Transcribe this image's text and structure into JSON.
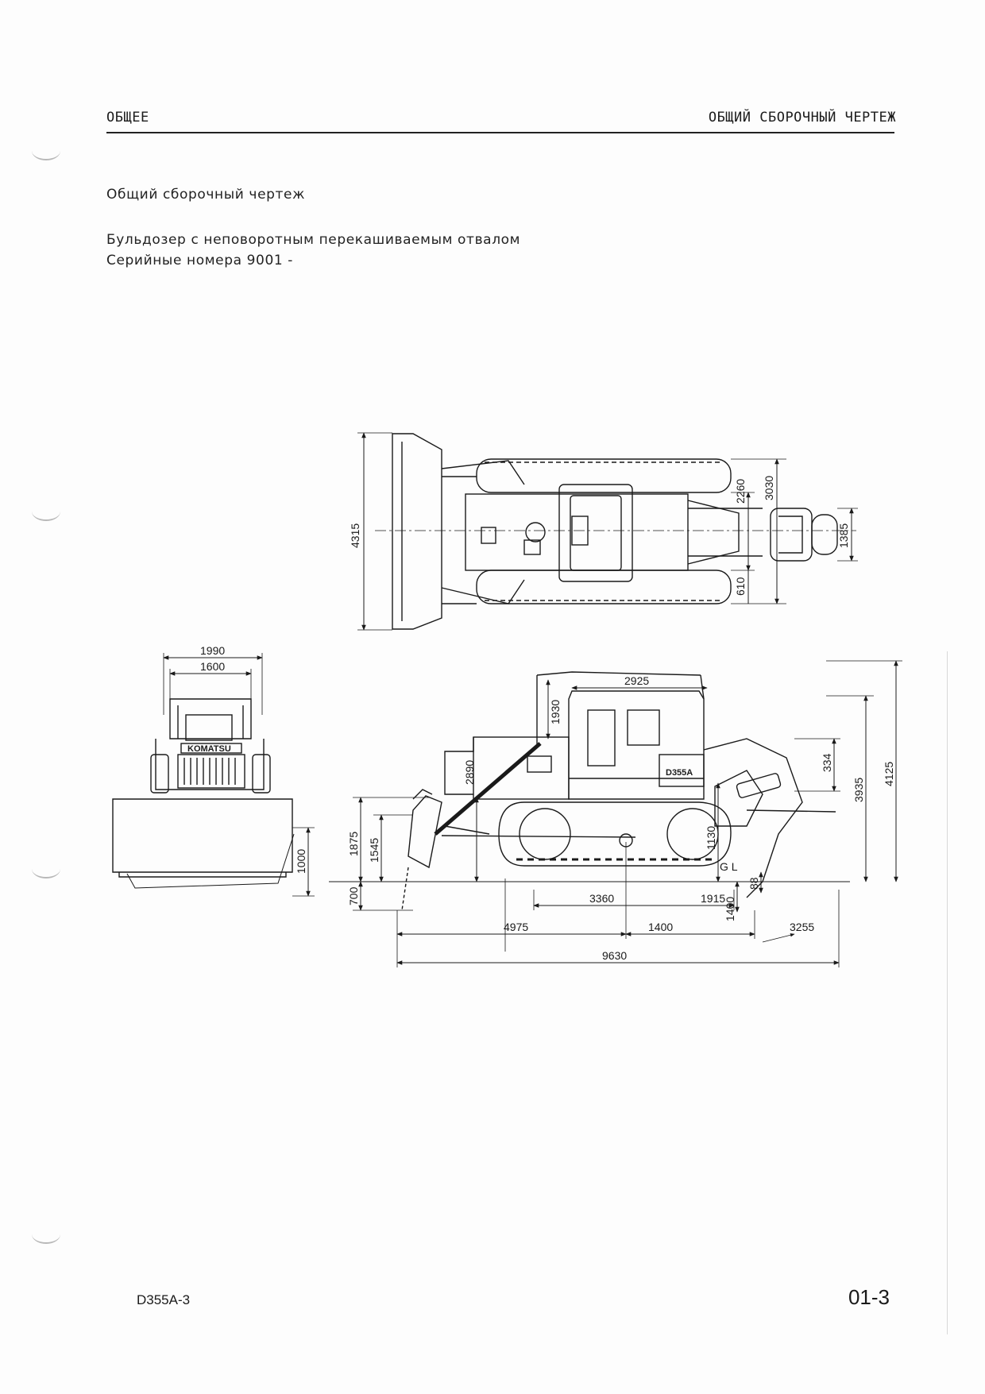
{
  "header": {
    "left": "ОБЩЕЕ",
    "right": "ОБЩИЙ СБОРОЧНЫЙ ЧЕРТЕЖ"
  },
  "intro": {
    "title": "Общий сборочный чертеж",
    "line1": "Бульдозер с неповоротным перекашиваемым отвалом",
    "line2": "Серийные номера 9001 -"
  },
  "drawing": {
    "labels": {
      "brand": "KOMATSU",
      "model_plate": "D355A",
      "ground_line": "G L"
    },
    "dimensions": {
      "top_width": "4315",
      "top_2260": "2260",
      "top_3030": "3030",
      "top_1385": "1385",
      "top_610": "610",
      "front_1990": "1990",
      "front_1600": "1600",
      "front_1000": "1000",
      "side_2925": "2925",
      "side_1930": "1930",
      "side_2890": "2890",
      "side_334": "334",
      "side_3935": "3935",
      "side_4125": "4125",
      "side_1875": "1875",
      "side_1545": "1545",
      "side_700": "700",
      "side_1130": "1130",
      "side_88": "88",
      "side_1400v": "1400",
      "side_3360": "3360",
      "side_1915": "1915",
      "side_4975": "4975",
      "side_1400h": "1400",
      "side_3255": "3255",
      "side_9630": "9630"
    }
  },
  "footer": {
    "model": "D355A-3",
    "page": "01-3"
  }
}
